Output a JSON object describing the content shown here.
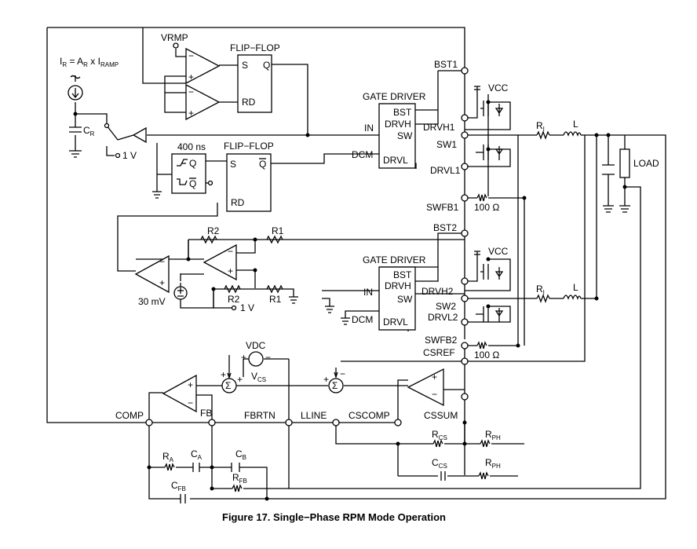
{
  "figure": {
    "caption": "Figure 17. Single−Phase RPM Mode Operation",
    "blocks": {
      "flipflop_top": "FLIP−FLOP",
      "flipflop_mid": "FLIP−FLOP",
      "gate_driver_1": "GATE DRIVER",
      "gate_driver_2": "GATE DRIVER",
      "one_shot": "400 ns"
    },
    "pins": {
      "s": "S",
      "q": "Q",
      "rd": "RD",
      "qbar": "Q",
      "bst": "BST",
      "drvh": "DRVH",
      "sw": "SW",
      "drvl": "DRVL",
      "in": "IN",
      "dcm": "DCM",
      "sym_q": "Q",
      "sym_qbar": "Q"
    },
    "nets": {
      "vrmp": "VRMP",
      "bst1": "BST1",
      "drvh1": "DRVH1",
      "sw1": "SW1",
      "drvl1": "DRVL1",
      "swfb1": "SWFB1",
      "bst2": "BST2",
      "drvh2": "DRVH2",
      "sw2": "SW2",
      "drvl2": "DRVL2",
      "swfb2": "SWFB2",
      "csref": "CSREF",
      "comp": "COMP",
      "fb": "FB",
      "fbrtn": "FBRTN",
      "lline": "LLINE",
      "cscomp": "CSCOMP",
      "cssum": "CSSUM",
      "vcc_1": "VCC",
      "vcc_2": "VCC",
      "vdc": "VDC",
      "load": "LOAD"
    },
    "components": {
      "ir_eq_pre": "I",
      "ir_eq_sub1": "R",
      "ir_eq_mid1": " = A",
      "ir_eq_sub2": "R",
      "ir_eq_mid2": " x I",
      "ir_eq_sub3": "RAMP",
      "cr": "C",
      "cr_sub": "R",
      "one_v_1": "1 V",
      "one_v_2": "1 V",
      "r2_a": "R2",
      "r1_a": "R1",
      "r2_b": "R2",
      "r1_b": "R1",
      "thirty_mv": "30 mV",
      "ri_1": "R",
      "ri_1_sub": "I",
      "l_1": "L",
      "ri_2": "R",
      "ri_2_sub": "I",
      "l_2": "L",
      "r100_1": "100 Ω",
      "r100_2": "100 Ω",
      "vcs": "V",
      "vcs_sub": "CS",
      "rcs": "R",
      "rcs_sub": "CS",
      "rph1": "R",
      "rph1_sub": "PH",
      "ccs": "C",
      "ccs_sub": "CS",
      "rph2": "R",
      "rph2_sub": "PH",
      "ra": "R",
      "ra_sub": "A",
      "ca": "C",
      "ca_sub": "A",
      "cb": "C",
      "cb_sub": "B",
      "cfb": "C",
      "cfb_sub": "FB",
      "rfb": "R",
      "rfb_sub": "FB"
    },
    "signs": {
      "plus": "+",
      "minus": "−",
      "sigma": "Σ"
    }
  }
}
